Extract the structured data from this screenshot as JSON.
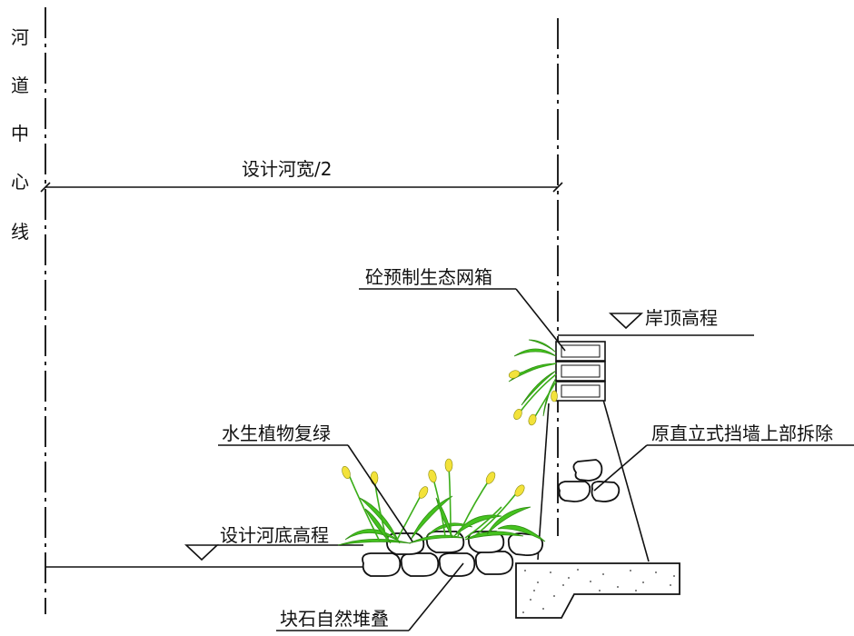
{
  "diagram": {
    "centerline_label_chars": [
      "河",
      "道",
      "中",
      "心",
      "线"
    ],
    "dimension_label": "设计河宽/2",
    "labels": {
      "eco_cage": "砼预制生态网箱",
      "bank_top": "岸顶高程",
      "wall_removal": "原直立式挡墙上部拆除",
      "aquatic_plants": "水生植物复绿",
      "riverbed": "设计河底高程",
      "stone_pile": "块石自然堆叠"
    }
  },
  "colors": {
    "line": "#111111",
    "plant_green": "#45c21f",
    "flower_yellow": "#f3e23a"
  }
}
